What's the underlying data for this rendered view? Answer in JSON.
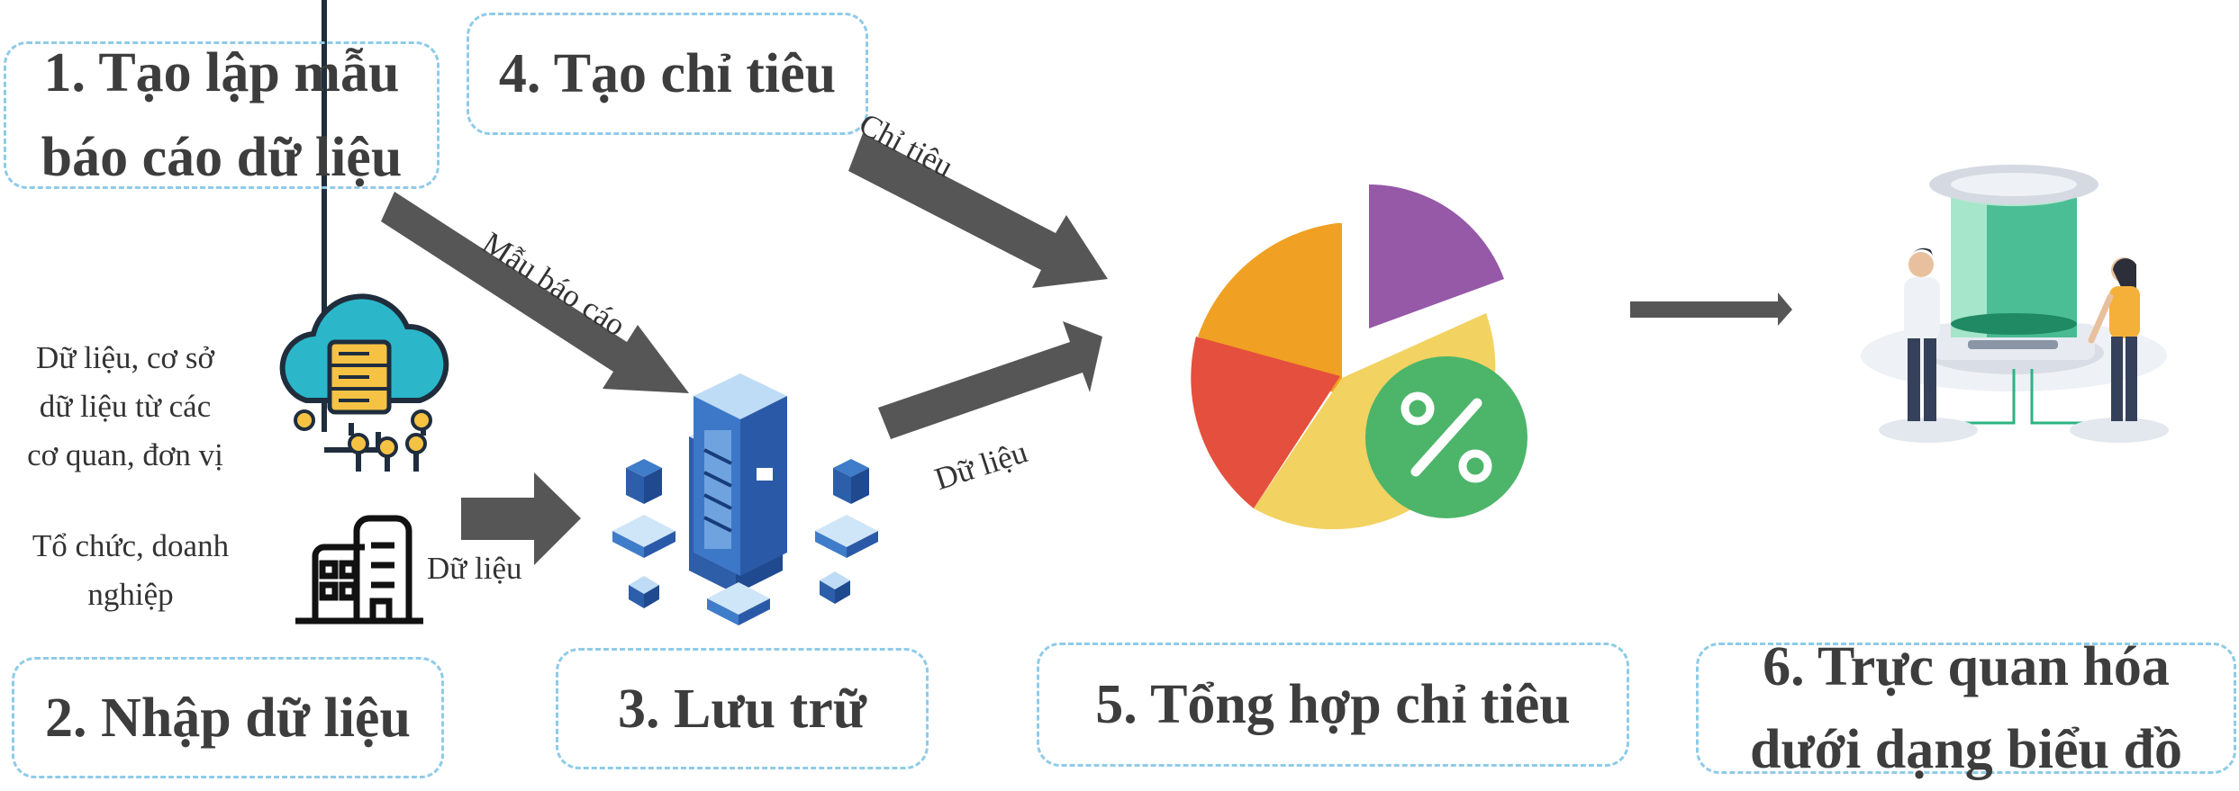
{
  "steps": {
    "s1": {
      "line1": "1. Tạo lập mẫu",
      "line2": "báo cáo dữ liệu"
    },
    "s2": "2. Nhập dữ liệu",
    "s3": "3. Lưu trữ",
    "s4": "4. Tạo chỉ tiêu",
    "s5": "5. Tổng hợp chỉ tiêu",
    "s6": {
      "line1": "6. Trực quan hóa",
      "line2": "dưới dạng biểu đồ"
    }
  },
  "sources": {
    "databases": {
      "line1": "Dữ liệu, cơ sở",
      "line2": "dữ liệu từ các",
      "line3": "cơ quan, đơn vị"
    },
    "organizations": {
      "line1": "Tổ chức, doanh",
      "line2": "nghiệp"
    }
  },
  "arrow_labels": {
    "report_template": "Mẫu báo cáo",
    "indicator": "Chỉ tiêu",
    "data_to_aggregate": "Dữ liệu",
    "data_input": "Dữ liệu"
  },
  "icons": [
    "cloud-database-icon",
    "office-building-icon",
    "server-rack-icon",
    "pie-chart-icon",
    "percent-badge-icon",
    "people-hologram-icon"
  ],
  "colors": {
    "arrow": "#565656",
    "dashed_border": "#8fcbe8",
    "pie_orange": "#f0a022",
    "pie_red": "#e4503d",
    "pie_yellow": "#f2d261",
    "pie_purple": "#9559a8",
    "percent_green": "#4cb56a"
  }
}
